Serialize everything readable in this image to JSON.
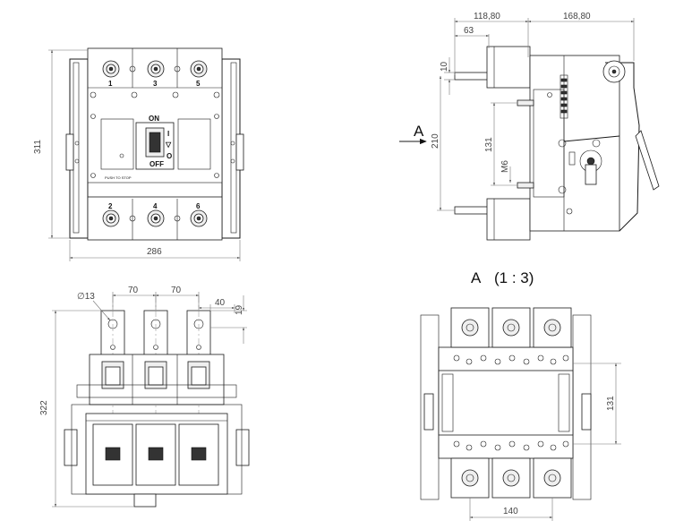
{
  "views": {
    "front": {
      "dims": {
        "height": "311",
        "width": "286"
      },
      "terminals_top": [
        "1",
        "3",
        "5"
      ],
      "terminals_bottom": [
        "2",
        "4",
        "6"
      ],
      "handle_on": "ON",
      "handle_off": "OFF",
      "symbol_on": "I",
      "symbol_off": "O",
      "push_label": "PUSH TO STOP"
    },
    "side": {
      "view_marker": "A",
      "dims": {
        "d118": "118,80",
        "d168": "168,80",
        "d63": "63",
        "d10": "10",
        "d210": "210",
        "d131": "131",
        "m6": "M6"
      }
    },
    "top": {
      "dims": {
        "hole": "∅13",
        "pitch1": "70",
        "pitch2": "70",
        "d40": "40",
        "d19": "19",
        "height": "322"
      }
    },
    "view_a": {
      "title": "A",
      "scale": "(1 : 3)",
      "dims": {
        "d131": "131",
        "d140": "140"
      }
    }
  }
}
